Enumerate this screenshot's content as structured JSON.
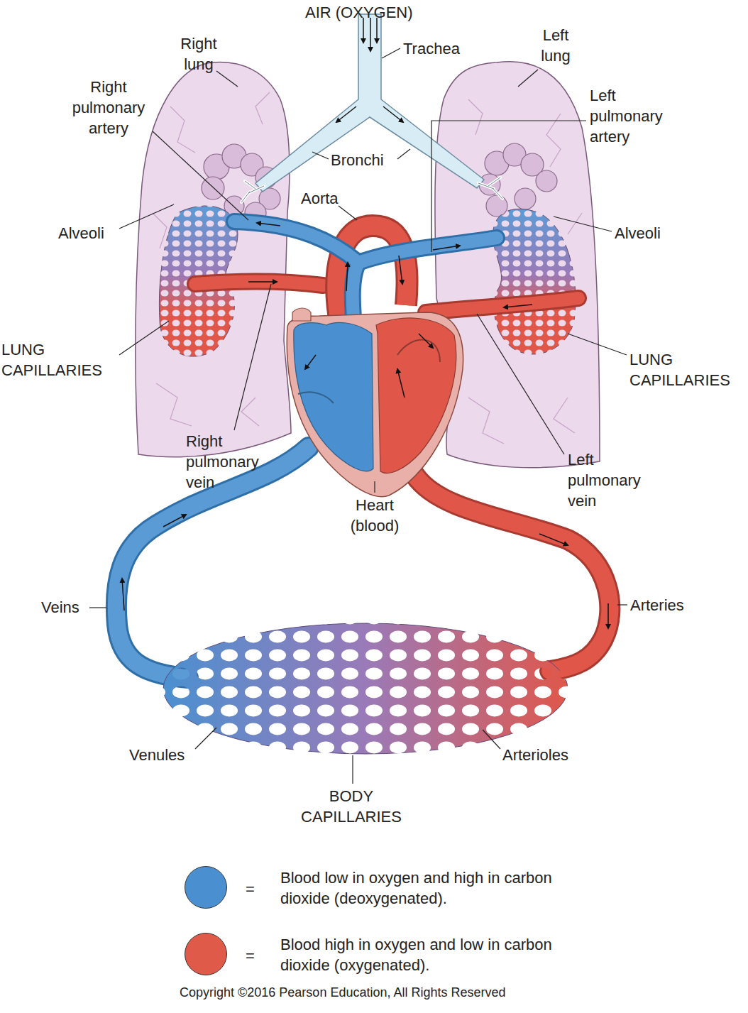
{
  "diagram": {
    "labels": [
      "AIR (OXYGEN)",
      "Trachea",
      "Right lung",
      "Left lung",
      "Right pulmonary artery",
      "Left pulmonary artery",
      "Bronchi",
      "Aorta",
      "Alveoli",
      "Alveoli",
      "LUNG CAPILLARIES",
      "LUNG CAPILLARIES",
      "Right pulmonary vein",
      "Left pulmonary vein",
      "Heart (blood)",
      "Veins",
      "Arteries",
      "Venules",
      "Arterioles",
      "BODY CAPILLARIES",
      "=",
      "=",
      "Copyright ©2016 Pearson Education, All Rights Reserved"
    ],
    "legend": [
      {
        "text": "Blood low in oxygen and high in carbon dioxide (deoxygenated).",
        "color": "#4a90d0"
      },
      {
        "text": "Blood high in oxygen and low in carbon dioxide (oxygenated).",
        "color": "#e05a4a"
      }
    ]
  }
}
